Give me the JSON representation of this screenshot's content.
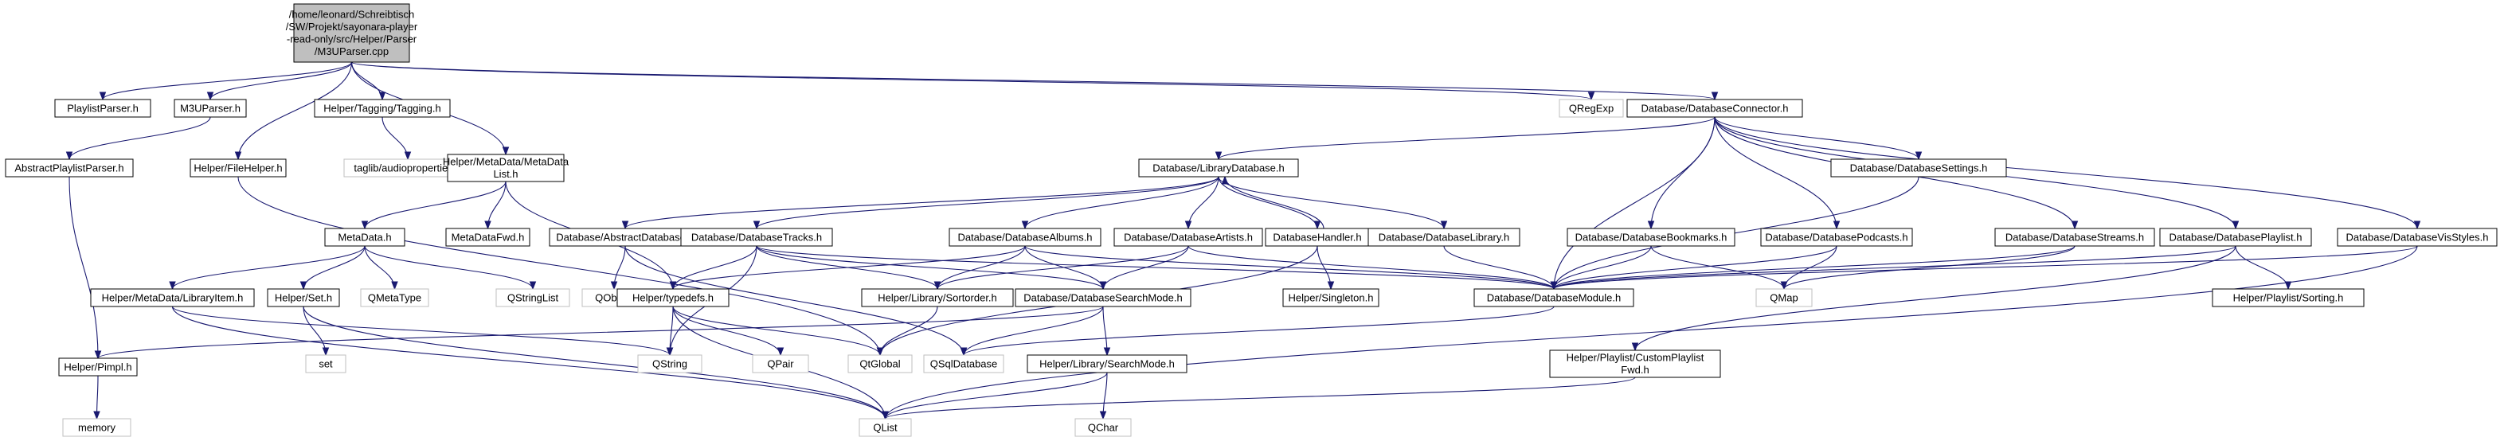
{
  "graph": {
    "colors": {
      "edge": "#191970",
      "root_fill": "#bfbfbf",
      "internal_fill": "#ffffff",
      "internal_stroke": "#000000",
      "external_stroke": "#bfbfbf",
      "text": "#000000"
    },
    "nodes": [
      {
        "id": "root",
        "lines": [
          "/home/leonard/Schreibtisch",
          "/SW/Projekt/sayonara-player",
          "-read-only/src/Helper/Parser",
          "/M3UParser.cpp"
        ],
        "kind": "root"
      },
      {
        "id": "playlistparser",
        "lines": [
          "PlaylistParser.h"
        ],
        "kind": "internal"
      },
      {
        "id": "m3uparser",
        "lines": [
          "M3UParser.h"
        ],
        "kind": "internal"
      },
      {
        "id": "abstractplaylistparser",
        "lines": [
          "AbstractPlaylistParser.h"
        ],
        "kind": "internal"
      },
      {
        "id": "pimpl",
        "lines": [
          "Helper/Pimpl.h"
        ],
        "kind": "internal"
      },
      {
        "id": "memory",
        "lines": [
          "memory"
        ],
        "kind": "external"
      },
      {
        "id": "filehelper",
        "lines": [
          "Helper/FileHelper.h"
        ],
        "kind": "internal"
      },
      {
        "id": "tagging",
        "lines": [
          "Helper/Tagging/Tagging.h"
        ],
        "kind": "internal"
      },
      {
        "id": "audioproperties",
        "lines": [
          "taglib/audioproperties.h"
        ],
        "kind": "external"
      },
      {
        "id": "metadatalist",
        "lines": [
          "Helper/MetaData/MetaData",
          "List.h"
        ],
        "kind": "internal"
      },
      {
        "id": "metadata",
        "lines": [
          "MetaData.h"
        ],
        "kind": "internal"
      },
      {
        "id": "metadatafwd",
        "lines": [
          "MetaDataFwd.h"
        ],
        "kind": "internal"
      },
      {
        "id": "libraryitem",
        "lines": [
          "Helper/MetaData/LibraryItem.h"
        ],
        "kind": "internal"
      },
      {
        "id": "set_h",
        "lines": [
          "Helper/Set.h"
        ],
        "kind": "internal"
      },
      {
        "id": "qmetatype",
        "lines": [
          "QMetaType"
        ],
        "kind": "external"
      },
      {
        "id": "qstringlist",
        "lines": [
          "QStringList"
        ],
        "kind": "external"
      },
      {
        "id": "set",
        "lines": [
          "set"
        ],
        "kind": "external"
      },
      {
        "id": "qlist",
        "lines": [
          "QList"
        ],
        "kind": "external"
      },
      {
        "id": "qstring",
        "lines": [
          "QString"
        ],
        "kind": "external"
      },
      {
        "id": "qregexp",
        "lines": [
          "QRegExp"
        ],
        "kind": "external"
      },
      {
        "id": "dbconnector",
        "lines": [
          "Database/DatabaseConnector.h"
        ],
        "kind": "internal"
      },
      {
        "id": "librarydatabase",
        "lines": [
          "Database/LibraryDatabase.h"
        ],
        "kind": "internal"
      },
      {
        "id": "abstractdatabase",
        "lines": [
          "Database/AbstractDatabase.h"
        ],
        "kind": "internal"
      },
      {
        "id": "qobject",
        "lines": [
          "QObject"
        ],
        "kind": "external"
      },
      {
        "id": "dbtracks",
        "lines": [
          "Database/DatabaseTracks.h"
        ],
        "kind": "internal"
      },
      {
        "id": "dbalbums",
        "lines": [
          "Database/DatabaseAlbums.h"
        ],
        "kind": "internal"
      },
      {
        "id": "dbartists",
        "lines": [
          "Database/DatabaseArtists.h"
        ],
        "kind": "internal"
      },
      {
        "id": "dbhandler",
        "lines": [
          "DatabaseHandler.h"
        ],
        "kind": "internal"
      },
      {
        "id": "dblibrary",
        "lines": [
          "Database/DatabaseLibrary.h"
        ],
        "kind": "internal"
      },
      {
        "id": "typedefs",
        "lines": [
          "Helper/typedefs.h"
        ],
        "kind": "internal"
      },
      {
        "id": "sortorder",
        "lines": [
          "Helper/Library/Sortorder.h"
        ],
        "kind": "internal"
      },
      {
        "id": "searchmode",
        "lines": [
          "Database/DatabaseSearchMode.h"
        ],
        "kind": "internal"
      },
      {
        "id": "singleton",
        "lines": [
          "Helper/Singleton.h"
        ],
        "kind": "internal"
      },
      {
        "id": "dbmodule",
        "lines": [
          "Database/DatabaseModule.h"
        ],
        "kind": "internal"
      },
      {
        "id": "qglobal",
        "lines": [
          "QtGlobal"
        ],
        "kind": "external"
      },
      {
        "id": "qpair",
        "lines": [
          "QPair"
        ],
        "kind": "external"
      },
      {
        "id": "qsqldatabase",
        "lines": [
          "QSqlDatabase"
        ],
        "kind": "external"
      },
      {
        "id": "libsearchmode",
        "lines": [
          "Helper/Library/SearchMode.h"
        ],
        "kind": "internal"
      },
      {
        "id": "qchar",
        "lines": [
          "QChar"
        ],
        "kind": "external"
      },
      {
        "id": "dbsettings",
        "lines": [
          "Database/DatabaseSettings.h"
        ],
        "kind": "internal"
      },
      {
        "id": "dbbookmarks",
        "lines": [
          "Database/DatabaseBookmarks.h"
        ],
        "kind": "internal"
      },
      {
        "id": "dbpodcasts",
        "lines": [
          "Database/DatabasePodcasts.h"
        ],
        "kind": "internal"
      },
      {
        "id": "dbstreams",
        "lines": [
          "Database/DatabaseStreams.h"
        ],
        "kind": "internal"
      },
      {
        "id": "dbplaylist",
        "lines": [
          "Database/DatabasePlaylist.h"
        ],
        "kind": "internal"
      },
      {
        "id": "dbvisstyles",
        "lines": [
          "Database/DatabaseVisStyles.h"
        ],
        "kind": "internal"
      },
      {
        "id": "qmap",
        "lines": [
          "QMap"
        ],
        "kind": "external"
      },
      {
        "id": "customplaylistfwd",
        "lines": [
          "Helper/Playlist/CustomPlaylist",
          "Fwd.h"
        ],
        "kind": "internal"
      },
      {
        "id": "sorting",
        "lines": [
          "Helper/Playlist/Sorting.h"
        ],
        "kind": "internal"
      }
    ]
  }
}
